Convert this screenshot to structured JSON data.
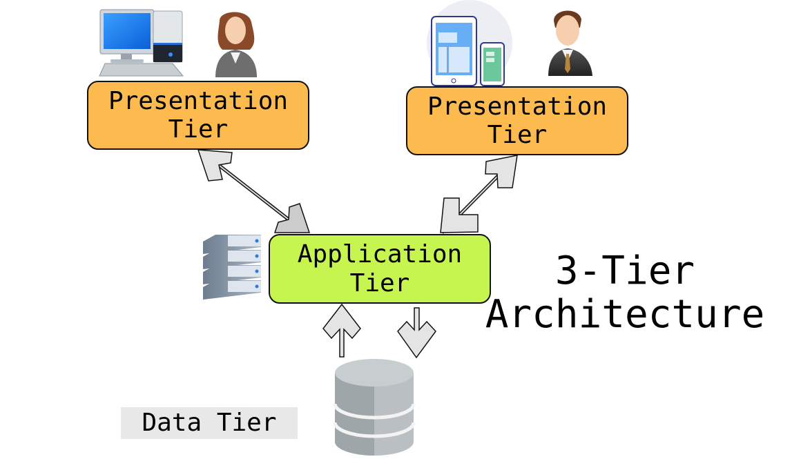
{
  "diagram": {
    "title_line1": "3-Tier",
    "title_line2": "Architecture",
    "presentation_left": {
      "line1": "Presentation",
      "line2": "Tier",
      "color": "#fdbb4f",
      "icons": [
        "desktop-computer-icon",
        "female-user-icon"
      ]
    },
    "presentation_right": {
      "line1": "Presentation",
      "line2": "Tier",
      "color": "#fdbb4f",
      "icons": [
        "tablet-phone-icon",
        "male-user-icon"
      ]
    },
    "application": {
      "line1": "Application",
      "line2": "Tier",
      "color": "#c6f54f",
      "icons": [
        "server-rack-icon"
      ]
    },
    "data": {
      "label": "Data Tier",
      "icons": [
        "database-icon"
      ]
    },
    "connections": [
      {
        "from": "Presentation Tier (left)",
        "to": "Application Tier",
        "type": "bidirectional"
      },
      {
        "from": "Application Tier",
        "to": "Presentation Tier (right)",
        "type": "bidirectional"
      },
      {
        "from": "Data Tier",
        "to": "Application Tier",
        "type": "upward"
      },
      {
        "from": "Application Tier",
        "to": "Data Tier",
        "type": "downward"
      }
    ]
  }
}
